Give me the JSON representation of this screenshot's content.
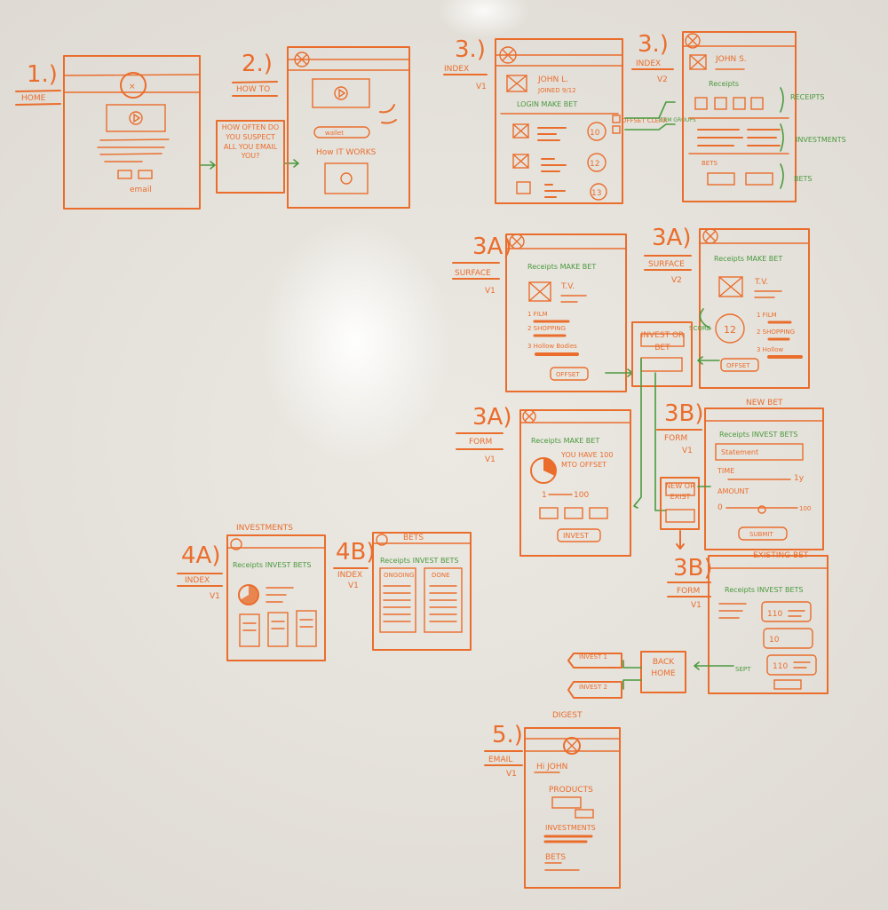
{
  "frames": {
    "f1": {
      "num": "1.)",
      "title": "HOME",
      "version": "",
      "cta": "email"
    },
    "f2": {
      "num": "2.)",
      "title": "HOW TO",
      "version": "",
      "button": "wallet",
      "caption": "How IT WORKS",
      "note": "HOW OFTEN DO YOU SUSPECT ALL YOU EMAIL YOU?"
    },
    "f3v1": {
      "num": "3.)",
      "title": "INDEX",
      "version": "V1",
      "user": "JOHN L.",
      "date": "JOINED 9/12",
      "nav": "LOGIN  MAKE BET",
      "score1": "10",
      "score2": "12",
      "score3": "13"
    },
    "f3v2": {
      "num": "3.)",
      "title": "INDEX",
      "version": "V2",
      "user": "JOHN S.",
      "section": "Receipts",
      "section2": "BETS"
    },
    "f3av1": {
      "num": "3A)",
      "title": "SURFACE",
      "version": "V1",
      "nav": "Receipts  MAKE BET",
      "item": "T.V.",
      "b1": "1 FILM",
      "b2": "2 SHOPPING",
      "b3": "3 Hollow Bodies",
      "cta": "OFFSET"
    },
    "f3av2": {
      "num": "3A)",
      "title": "SURFACE",
      "version": "V2",
      "nav": "Receipts  MAKE BET",
      "item": "T.V.",
      "score": "12",
      "b1": "1 FILM",
      "b2": "2 SHOPPING",
      "b3": "3 Hollow",
      "cta": "OFFSET"
    },
    "f3af": {
      "num": "3A)",
      "title": "FORM",
      "version": "V1",
      "nav": "Receipts  MAKE BET",
      "msg": "YOU HAVE 100 MTO OFFSET",
      "range_min": "1",
      "range_max": "100",
      "cta": "INVEST"
    },
    "f3bnew": {
      "num": "3B)",
      "title": "FORM",
      "version": "V1",
      "heading": "NEW BET",
      "nav": "Receipts  INVEST  BETS",
      "field1": "Statement",
      "field2": "TIME",
      "field3": "AMOUNT",
      "range_min": "0",
      "range_max": "100",
      "cta": "SUBMIT"
    },
    "f3bex": {
      "num": "3B)",
      "title": "FORM",
      "version": "V1",
      "heading": "EXISTING BET",
      "nav": "Receipts  INVEST  BETS",
      "side": "SEPT",
      "v1": "110",
      "v2": "10",
      "v3": "110"
    },
    "f4a": {
      "num": "4A)",
      "title": "INDEX",
      "version": "V1",
      "heading": "INVESTMENTS",
      "nav": "Receipts  INVEST  BETS"
    },
    "f4b": {
      "num": "4B)",
      "title": "INDEX",
      "version": "V1",
      "heading": "BETS",
      "nav": "Receipts  INVEST  BETS",
      "col1": "ONGOING",
      "col2": "DONE"
    },
    "f5": {
      "num": "5.)",
      "title": "EMAIL",
      "version": "V1",
      "heading": "DIGEST",
      "greet": "Hi JOHN",
      "sec1": "PRODUCTS",
      "sec2": "INVESTMENTS",
      "sec3": "BETS"
    }
  },
  "connectors": {
    "invest_or_bet": "INVEST OR BET",
    "new_or_exist": "NEW OR EXIST",
    "back_home": "BACK HOME",
    "invest_1": "INVEST 1",
    "invest_2": "INVEST 2",
    "score_label": "SCORE",
    "offset_clear": "OFFSET CLEAR",
    "item_group": "ITEM GROUPS"
  },
  "annotations": {
    "receipts": "RECEIPTS",
    "investments": "INVESTMENTS",
    "bets": "BETS"
  },
  "colors": {
    "marker_orange": "#ea6d2c",
    "marker_green": "#4a9a3e",
    "board": "#e6e3dd"
  }
}
